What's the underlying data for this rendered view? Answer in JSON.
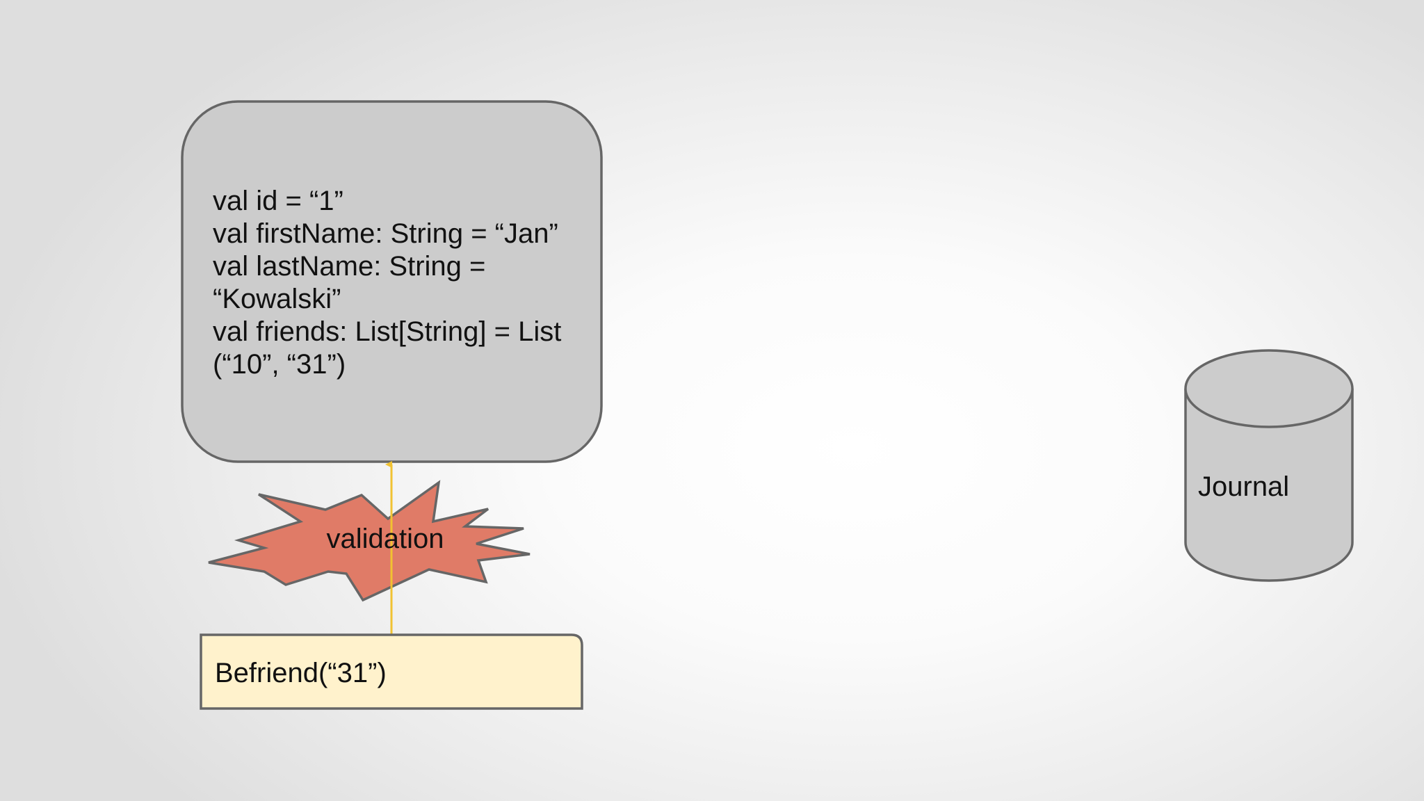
{
  "slide": {
    "background": "#ffffff"
  },
  "state_box": {
    "lines": [
      "val id = “1”",
      "val firstName: String = “Jan”",
      "val lastName: String =",
      "“Kowalski”",
      "val friends: List[String] = List",
      "(“10”, “31”)"
    ],
    "fill": "#cccccc",
    "stroke": "#666666"
  },
  "validation": {
    "label": "validation",
    "fill": "#e07b67",
    "stroke": "#666666"
  },
  "arrow": {
    "color": "#f1c232"
  },
  "command": {
    "label": "Befriend(“31”)",
    "fill": "#fff2cc",
    "stroke": "#666666"
  },
  "journal": {
    "label": "Journal",
    "fill": "#cccccc",
    "stroke": "#666666"
  }
}
